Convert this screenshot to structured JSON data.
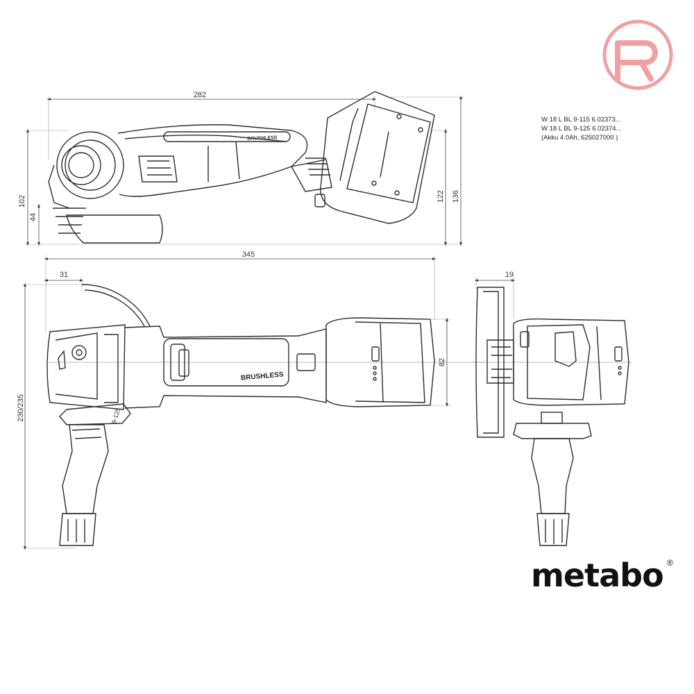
{
  "dimensions": {
    "top_length": "282",
    "top_height_left": "102",
    "top_height_small": "44",
    "top_height_122": "122",
    "top_height_136": "136",
    "overall_length": "345",
    "guard_offset": "31",
    "side_depth": "19",
    "battery_width": "82",
    "handle_height": "230/235"
  },
  "specs": [
    "W 18 L BL 9-115   6.02373...",
    "W 18 L BL 9-125   6.02374...",
    "(Akku 4.0Ah, 625027000 )"
  ],
  "labels": {
    "motor_text": "BRUSHLESS",
    "motor_text_top": "BRUSHLESS",
    "disc_text": "9-125"
  },
  "brand": {
    "name": "metabo",
    "registered": "®"
  },
  "logo": {
    "color": "#f0a0a0",
    "glyph": "R"
  }
}
